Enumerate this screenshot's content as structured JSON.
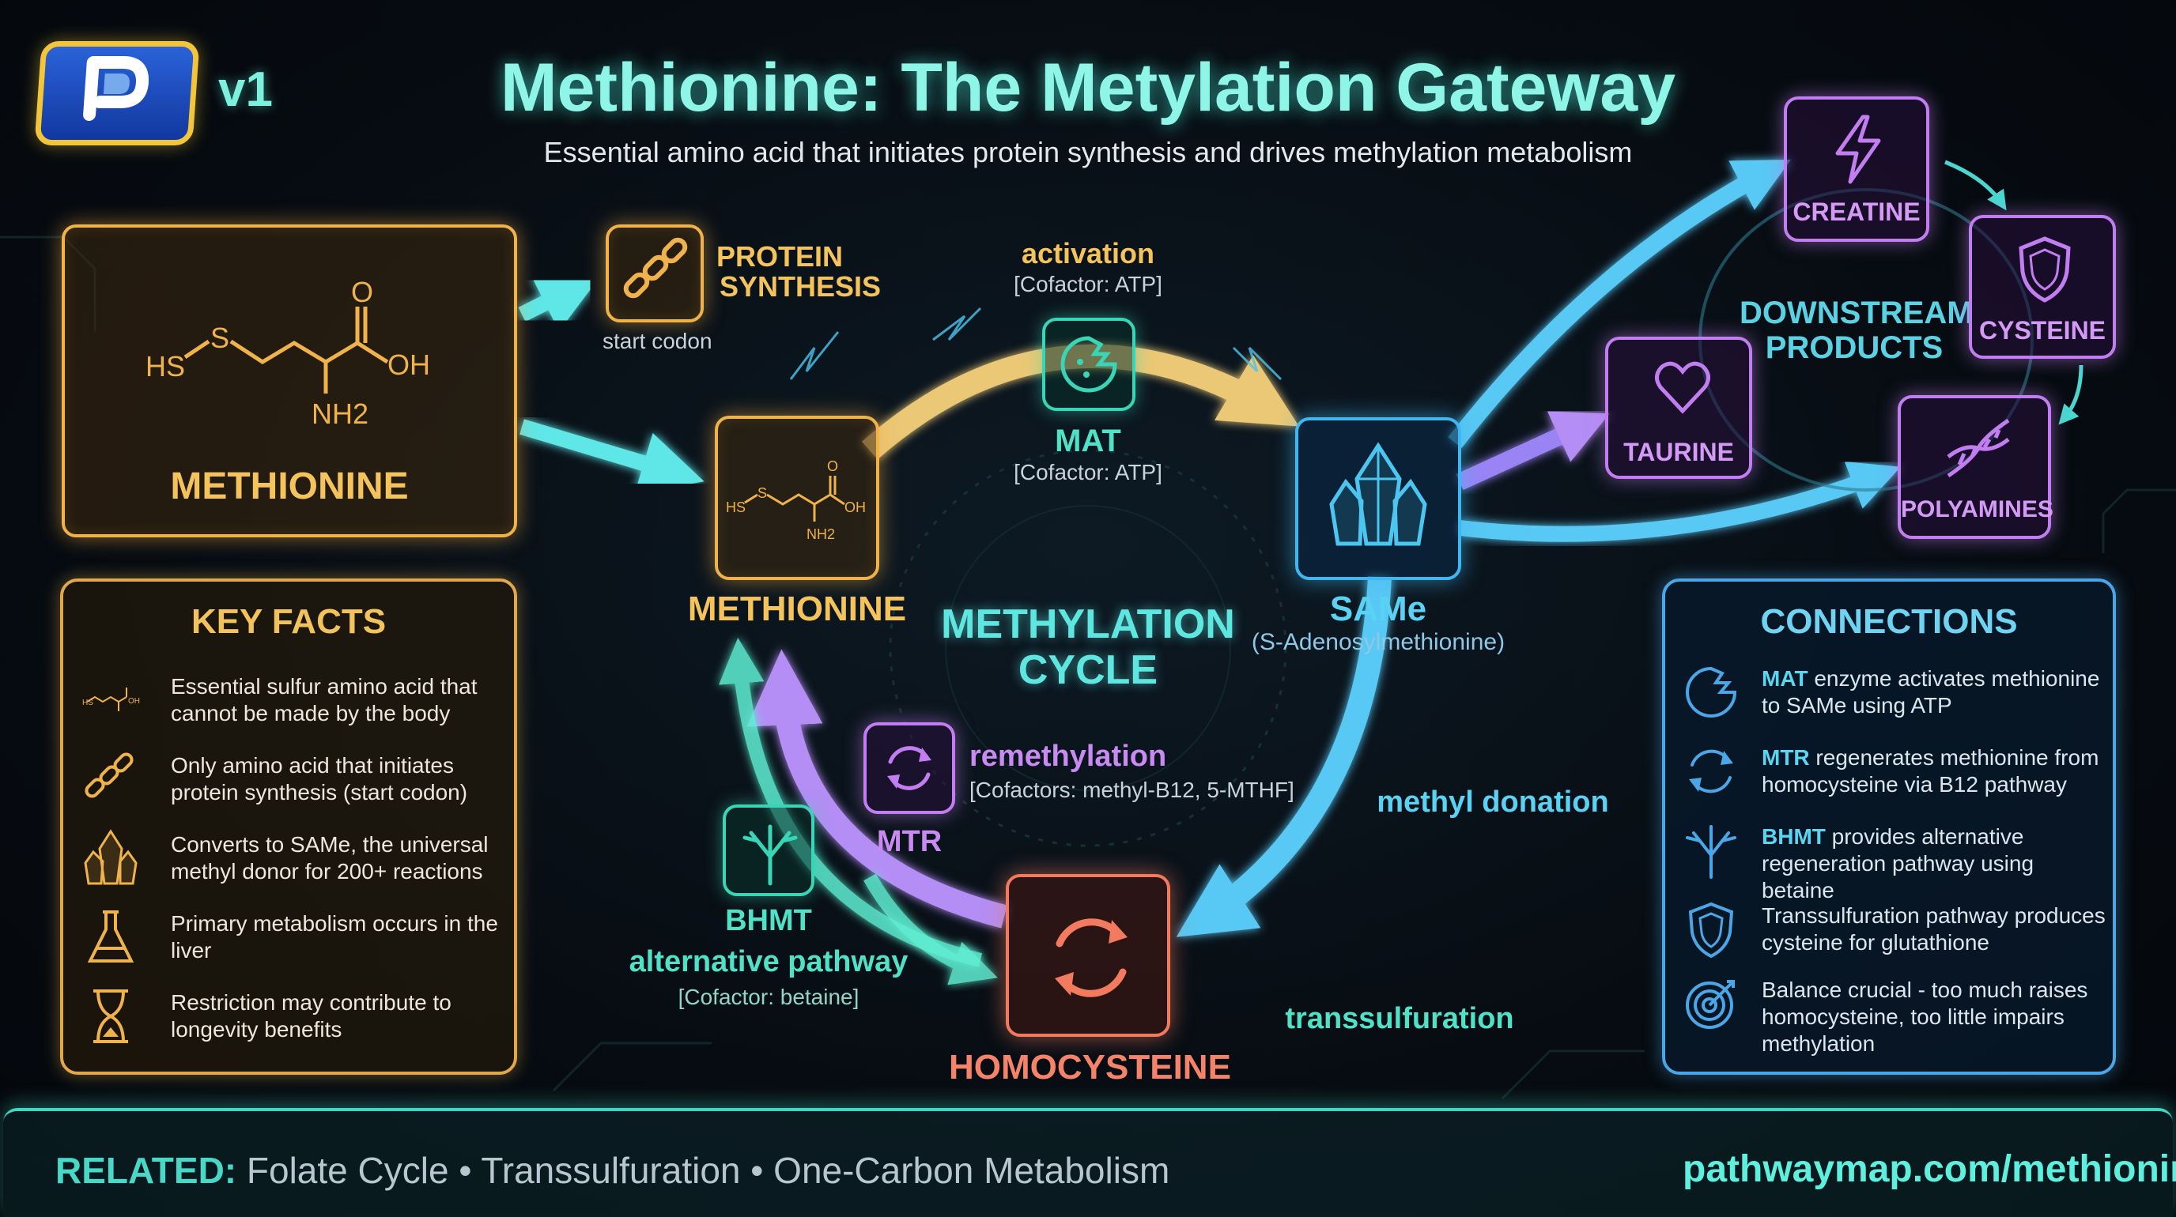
{
  "header": {
    "version": "v1",
    "title": "Methionine: The Metylation Gateway",
    "subtitle": "Essential amino acid that initiates protein synthesis and drives methylation metabolism"
  },
  "source_node": {
    "hs": "HS",
    "s": "S",
    "o": "O",
    "oh": "OH",
    "nh2": "NH2",
    "label": "METHIONINE"
  },
  "protein_synthesis": {
    "label_line1": "PROTEIN",
    "label_line2": "SYNTHESIS",
    "note": "start codon"
  },
  "cycle": {
    "center_line1": "METHYLATION",
    "center_line2": "CYCLE",
    "methionine": {
      "label": "METHIONINE",
      "hs": "HS",
      "s": "S",
      "o": "O",
      "oh": "OH",
      "nh2": "NH2"
    },
    "activation": {
      "label": "activation",
      "cofactor": "[Cofactor: ATP]"
    },
    "mat": {
      "label": "MAT",
      "cofactor": "[Cofactor: ATP]"
    },
    "same": {
      "label": "SAMe",
      "full": "(S-Adenosylmethionine)"
    },
    "methyl_donation": "methyl donation",
    "homocysteine": "HOMOCYSTEINE",
    "remethylation": {
      "label": "remethylation",
      "cofactors": "[Cofactors: methyl-B12, 5-MTHF]"
    },
    "mtr": "MTR",
    "bhmt": {
      "label": "BHMT",
      "pathway": "alternative pathway",
      "cofactor": "[Cofactor: betaine]"
    },
    "transsulfuration": "transsulfuration"
  },
  "downstream": {
    "title_line1": "DOWNSTREAM",
    "title_line2": "PRODUCTS",
    "creatine": "CREATINE",
    "cysteine": "CYSTEINE",
    "taurine": "TAURINE",
    "polyamines": "POLYAMINES"
  },
  "key_facts": {
    "title": "KEY FACTS",
    "items": [
      {
        "icon": "molecule-icon",
        "text": "Essential sulfur amino acid that cannot be made by the body"
      },
      {
        "icon": "chain-icon",
        "text": "Only amino acid that initiates protein synthesis (start codon)"
      },
      {
        "icon": "crystal-icon",
        "text": "Converts to SAMe, the universal methyl donor for 200+ reactions"
      },
      {
        "icon": "flask-icon",
        "text": "Primary metabolism occurs in the liver"
      },
      {
        "icon": "hourglass-icon",
        "text": "Restriction may contribute to longevity benefits"
      }
    ]
  },
  "connections": {
    "title": "CONNECTIONS",
    "items": [
      {
        "icon": "enzyme-icon",
        "key": "MAT",
        "text": " enzyme activates methionine to SAMe using ATP"
      },
      {
        "icon": "cycle-arrows-icon",
        "key": "MTR",
        "text": " regenerates methionine from homocysteine via B12 pathway"
      },
      {
        "icon": "branch-icon",
        "key": "BHMT",
        "text": " provides alternative regeneration pathway using betaine"
      },
      {
        "icon": "shield-icon",
        "key": "",
        "text": "Transsulfuration pathway produces cysteine for glutathione"
      },
      {
        "icon": "target-icon",
        "key": "",
        "text": "Balance crucial - too much raises homocysteine, too little impairs methylation"
      }
    ]
  },
  "footer": {
    "related_key": "RELATED:",
    "related_text": " Folate Cycle • Transsulfuration • One-Carbon Metabolism",
    "url": "pathwaymap.com/methionine"
  },
  "colors": {
    "orange": "#f0b24a",
    "teal": "#38d6b6",
    "blue": "#3fb8f2",
    "purple": "#c27ef0",
    "red": "#f27a5e"
  }
}
